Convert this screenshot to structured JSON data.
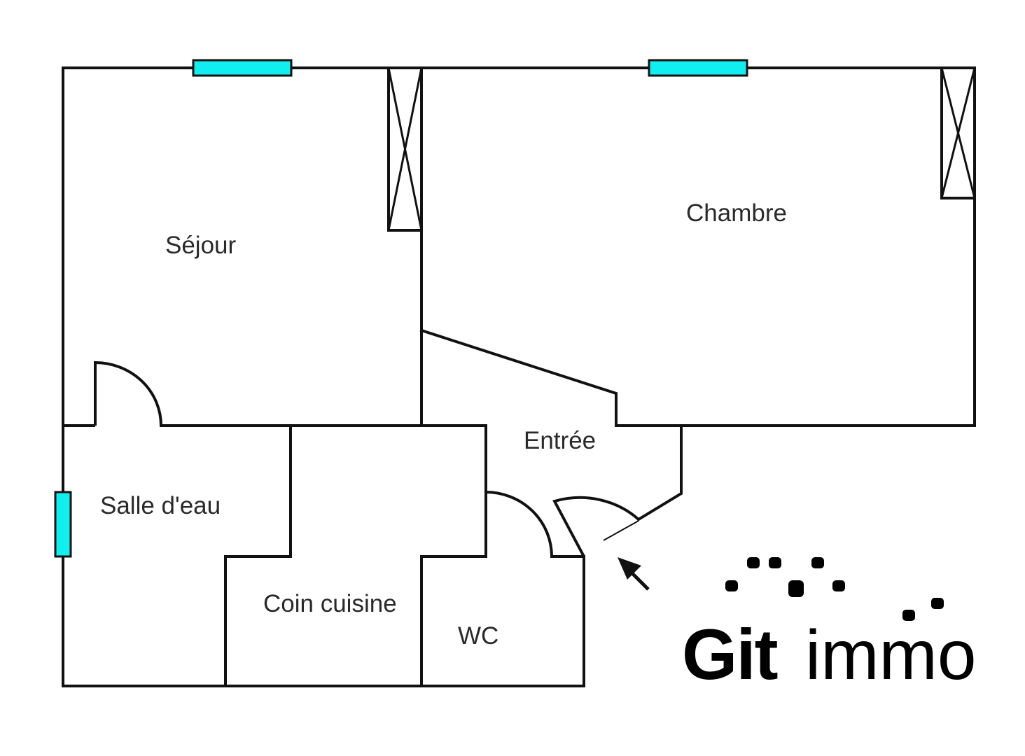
{
  "plan": {
    "rooms": [
      {
        "id": "sejour",
        "label": "Séjour"
      },
      {
        "id": "chambre",
        "label": "Chambre"
      },
      {
        "id": "entree",
        "label": "Entrée"
      },
      {
        "id": "salle-deau",
        "label": "Salle d'eau"
      },
      {
        "id": "coin-cuisine",
        "label": "Coin cuisine"
      },
      {
        "id": "wc",
        "label": "WC"
      }
    ],
    "colors": {
      "wall": "#111111",
      "window": "#11eef0",
      "text": "#2a2a2a"
    },
    "entrance_marker": "arrow-icon"
  },
  "logo": {
    "brand_bold": "Git",
    "brand_light": "immo",
    "icon": "dots-pattern-icon"
  }
}
